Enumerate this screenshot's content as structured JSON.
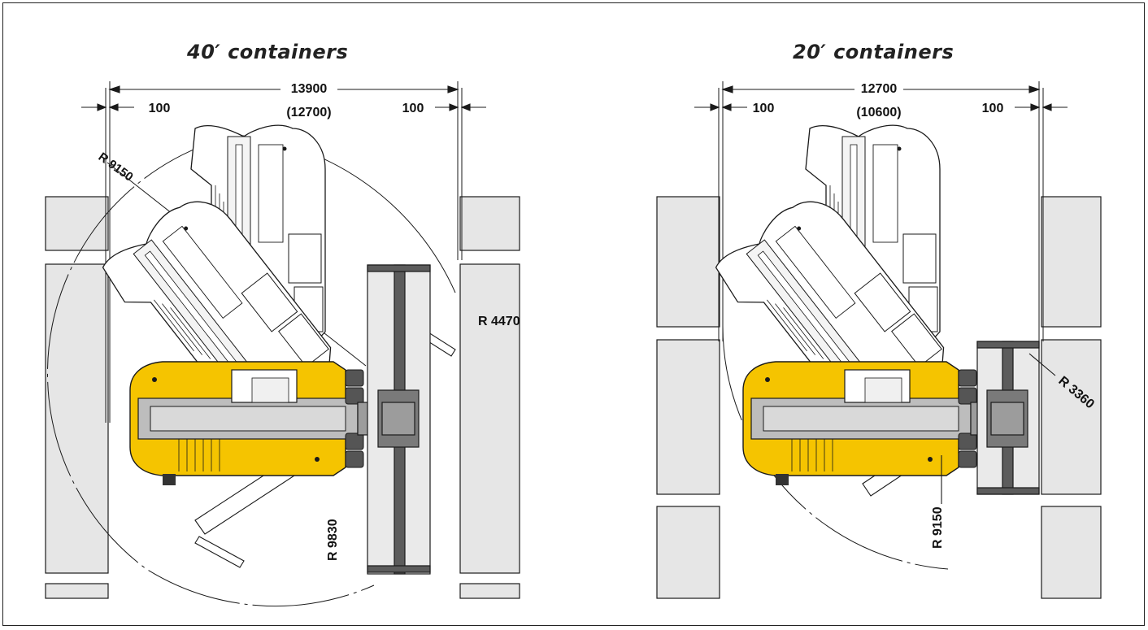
{
  "colors": {
    "container_fill": "#e6e6e6",
    "machine_yellow": "#f5c400",
    "boom_gray": "#9c9c9c",
    "spreader_dark": "#5c5c5c",
    "line": "#1a1a1a"
  },
  "left_panel": {
    "title": "40′ containers",
    "total_width": "13900",
    "total_width_alt": "(12700)",
    "clearance_left": "100",
    "clearance_right": "100",
    "radius_outer": "R 9150",
    "radius_spreader": "R 4470",
    "radius_boom": "R 9830"
  },
  "right_panel": {
    "title": "20′ containers",
    "total_width": "12700",
    "total_width_alt": "(10600)",
    "clearance_left": "100",
    "clearance_right": "100",
    "radius_spreader": "R 3360",
    "radius_outer": "R 9150"
  }
}
